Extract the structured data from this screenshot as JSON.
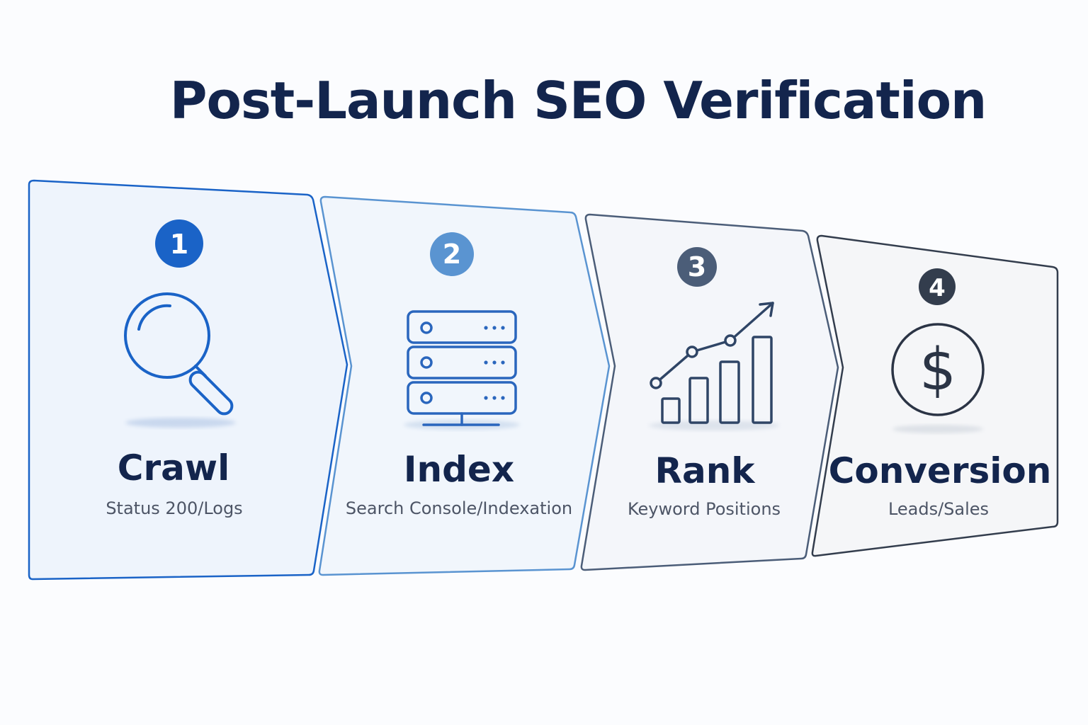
{
  "title": "Post-Launch SEO Verification",
  "colors": {
    "background": "#fbfcfe",
    "title": "#13254d",
    "step1": "#1a63c7",
    "step2": "#5a94d1",
    "step3": "#4b5d78",
    "step4": "#333d4d"
  },
  "steps": [
    {
      "number": "1",
      "title": "Crawl",
      "subtitle": "Status 200/Logs",
      "icon": "magnifying-glass-icon"
    },
    {
      "number": "2",
      "title": "Index",
      "subtitle": "Search Console/Indexation",
      "icon": "server-stack-icon"
    },
    {
      "number": "3",
      "title": "Rank",
      "subtitle": "Keyword Positions",
      "icon": "bar-chart-trend-icon"
    },
    {
      "number": "4",
      "title": "Conversion",
      "subtitle": "Leads/Sales",
      "icon": "dollar-coin-icon"
    }
  ]
}
